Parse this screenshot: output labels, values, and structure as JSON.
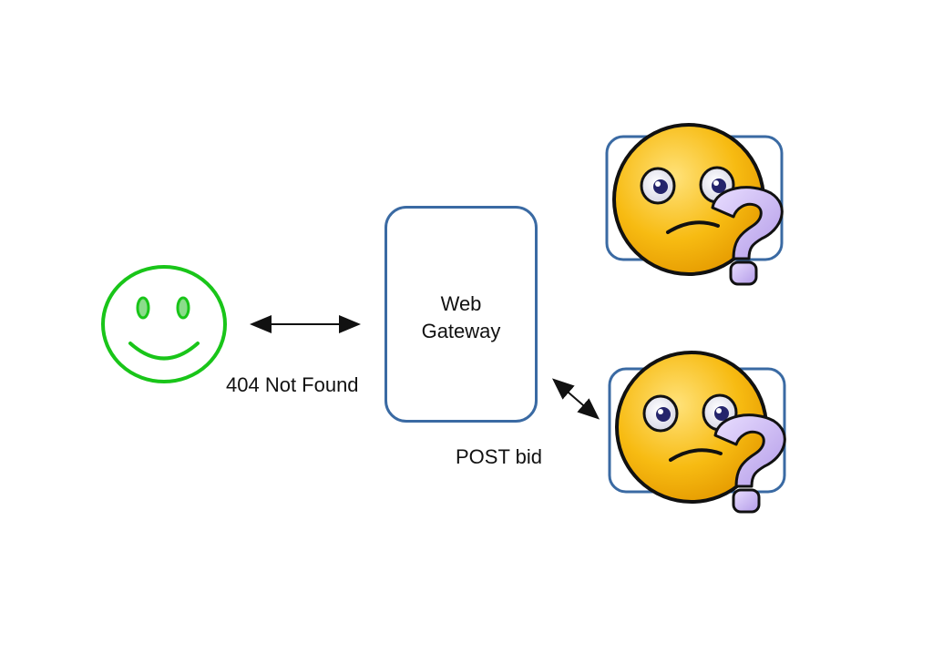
{
  "gateway": {
    "label_line1": "Web",
    "label_line2": "Gateway"
  },
  "edges": {
    "client_gateway_label": "404 Not Found",
    "gateway_backend_label": "POST bid"
  },
  "icons": {
    "client": "smiley-face-icon",
    "backend_top": "confused-face-question-icon",
    "backend_bottom": "confused-face-question-icon"
  },
  "colors": {
    "client_face": "#19c519",
    "gateway_border": "#3a6aa3",
    "confused_face_fill": "#f4b400",
    "question_mark": "#c9b7ef"
  }
}
